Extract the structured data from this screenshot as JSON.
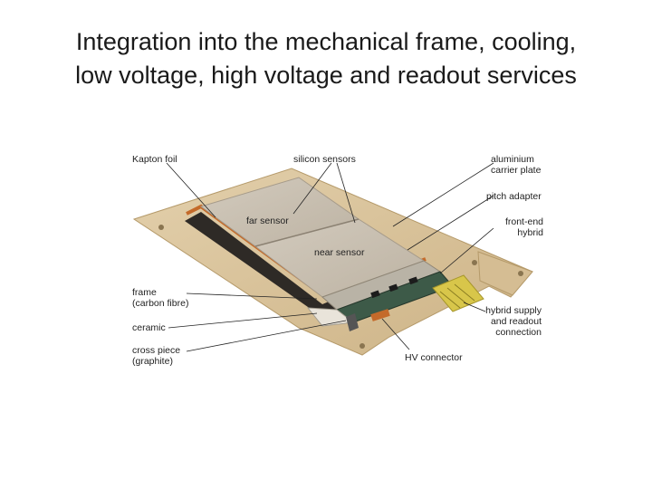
{
  "title": {
    "line1": "Integration into the mechanical frame, cooling,",
    "line2": "low voltage, high voltage and readout services"
  },
  "labels": {
    "kapton_foil": "Kapton foil",
    "silicon_sensors": "silicon sensors",
    "aluminium_carrier_line1": "aluminium",
    "aluminium_carrier_line2": "carrier plate",
    "pitch_adapter": "pitch adapter",
    "front_end_hybrid_line1": "front-end",
    "front_end_hybrid_line2": "hybrid",
    "far_sensor": "far sensor",
    "near_sensor": "near sensor",
    "frame_line1": "frame",
    "frame_line2": "(carbon fibre)",
    "ceramic": "ceramic",
    "cross_piece_line1": "cross piece",
    "cross_piece_line2": "(graphite)",
    "hybrid_supply_line1": "hybrid supply",
    "hybrid_supply_line2": "and readout",
    "hybrid_supply_line3": "connection",
    "hv_connector": "HV connector"
  },
  "colors": {
    "carrier_plate": "#d9c29a",
    "sensor": "#c9c0b2",
    "frame": "#2e2a26",
    "kapton": "#c46a2a",
    "hybrid": "#3d5a48",
    "connector": "#d8c64a"
  }
}
